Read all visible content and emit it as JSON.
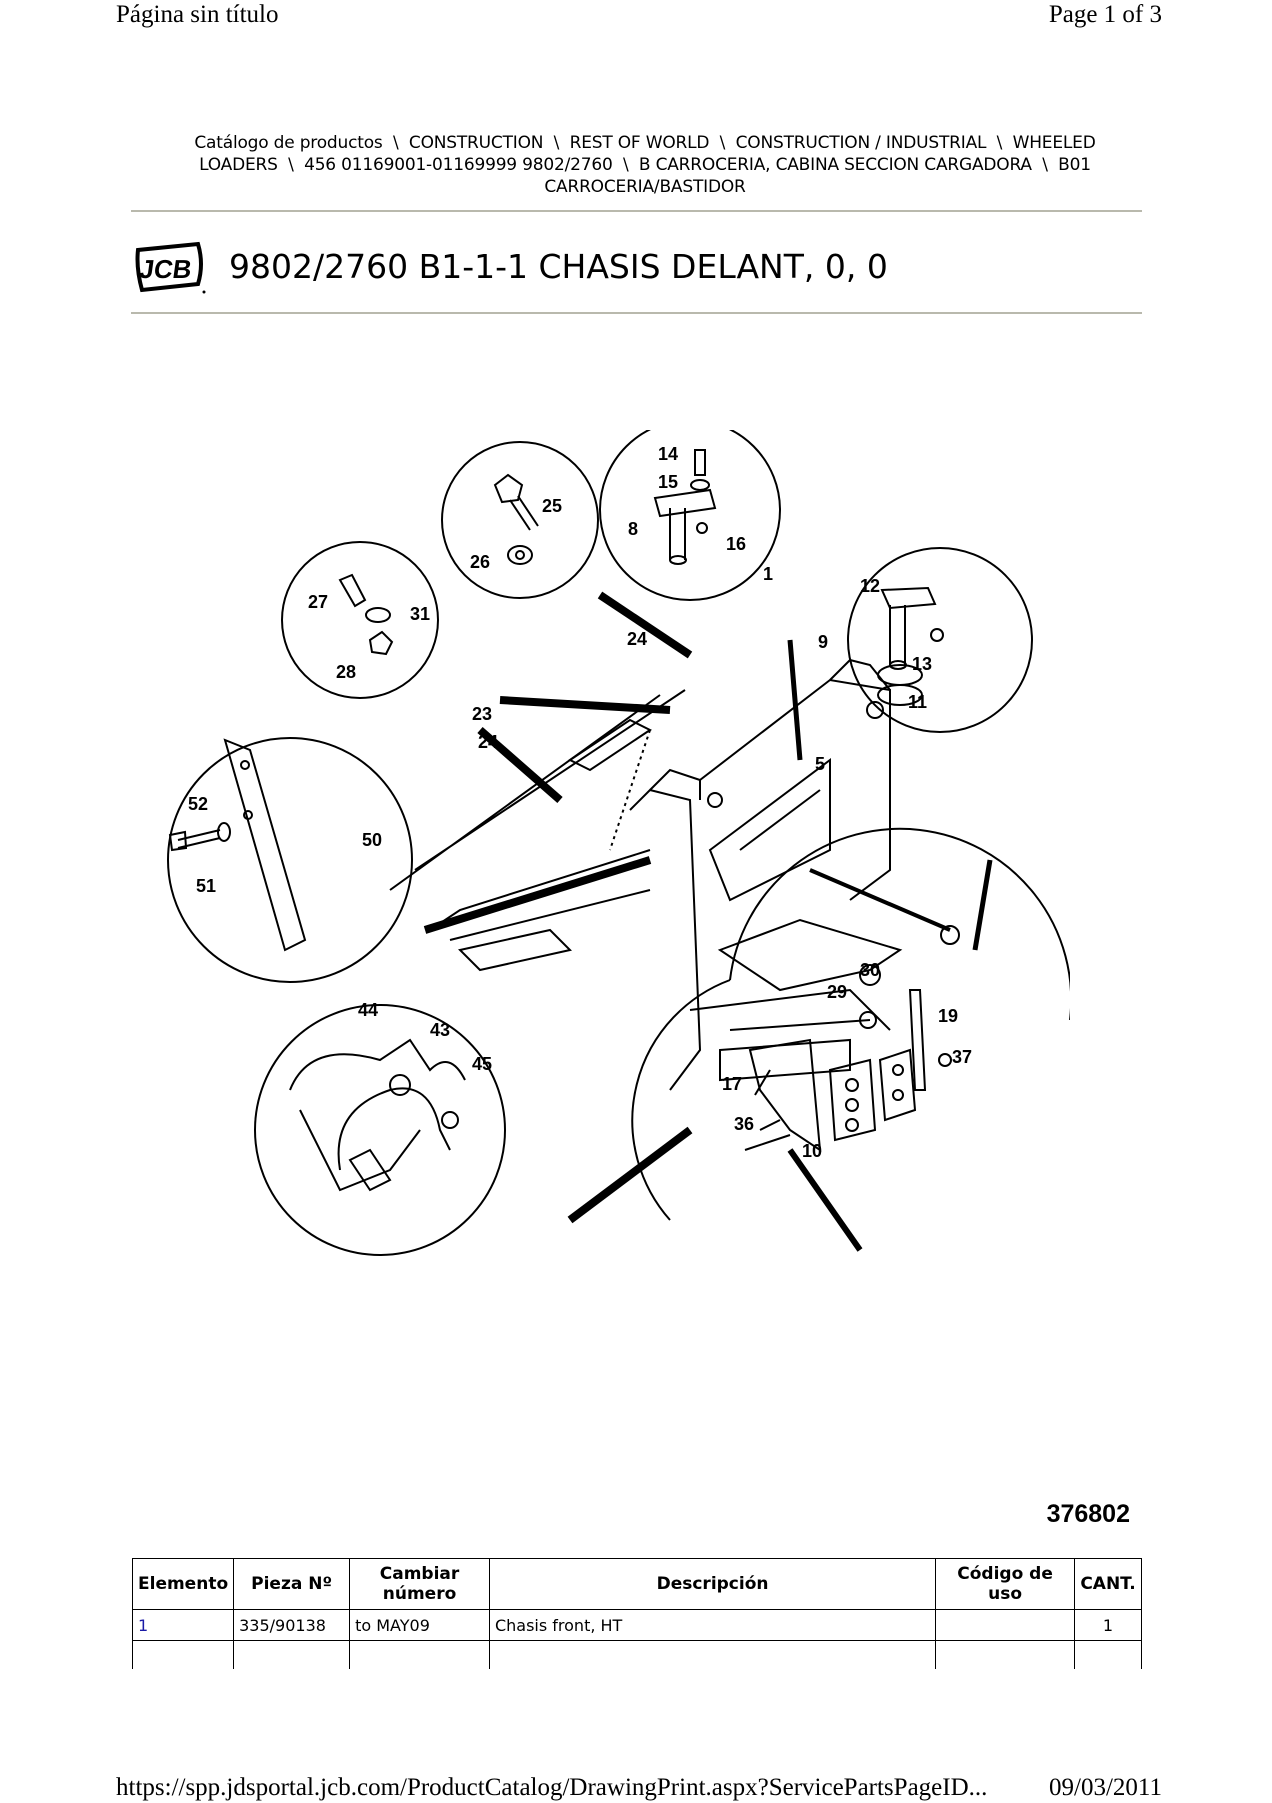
{
  "print_header": {
    "page_title": "Página sin título",
    "page_count": "Page 1 of 3"
  },
  "breadcrumb": {
    "line1": "Catálogo de productos  \\  CONSTRUCTION  \\  REST OF WORLD  \\  CONSTRUCTION / INDUSTRIAL  \\  WHEELED",
    "line2": "LOADERS  \\  456 01169001-01169999 9802/2760  \\  B CARROCERIA, CABINA SECCION CARGADORA  \\  B01",
    "line3": "CARROCERIA/BASTIDOR"
  },
  "logo": {
    "text": "JCB",
    "icon": "jcb-logo"
  },
  "title": "9802/2760 B1-1-1 CHASIS DELANT, 0, 0",
  "drawing": {
    "reference_number": "376802",
    "callouts": [
      "1",
      "5",
      "8",
      "9",
      "10",
      "11",
      "12",
      "13",
      "14",
      "15",
      "16",
      "17",
      "19",
      "23",
      "24",
      "24",
      "25",
      "26",
      "27",
      "28",
      "29",
      "30",
      "31",
      "36",
      "37",
      "43",
      "44",
      "45",
      "50",
      "51",
      "52"
    ]
  },
  "table": {
    "headers": [
      "Elemento",
      "Pieza Nº",
      "Cambiar número",
      "Descripción",
      "Código de uso",
      "CANT."
    ],
    "rows": [
      {
        "elemento": "1",
        "pieza": "335/90138",
        "cambiar": "to MAY09",
        "descripcion": "Chasis front, HT",
        "codigo": "",
        "cant": "1"
      }
    ]
  },
  "print_footer": {
    "url": "https://spp.jdsportal.jcb.com/ProductCatalog/DrawingPrint.aspx?ServicePartsPageID...",
    "date": "09/03/2011"
  }
}
